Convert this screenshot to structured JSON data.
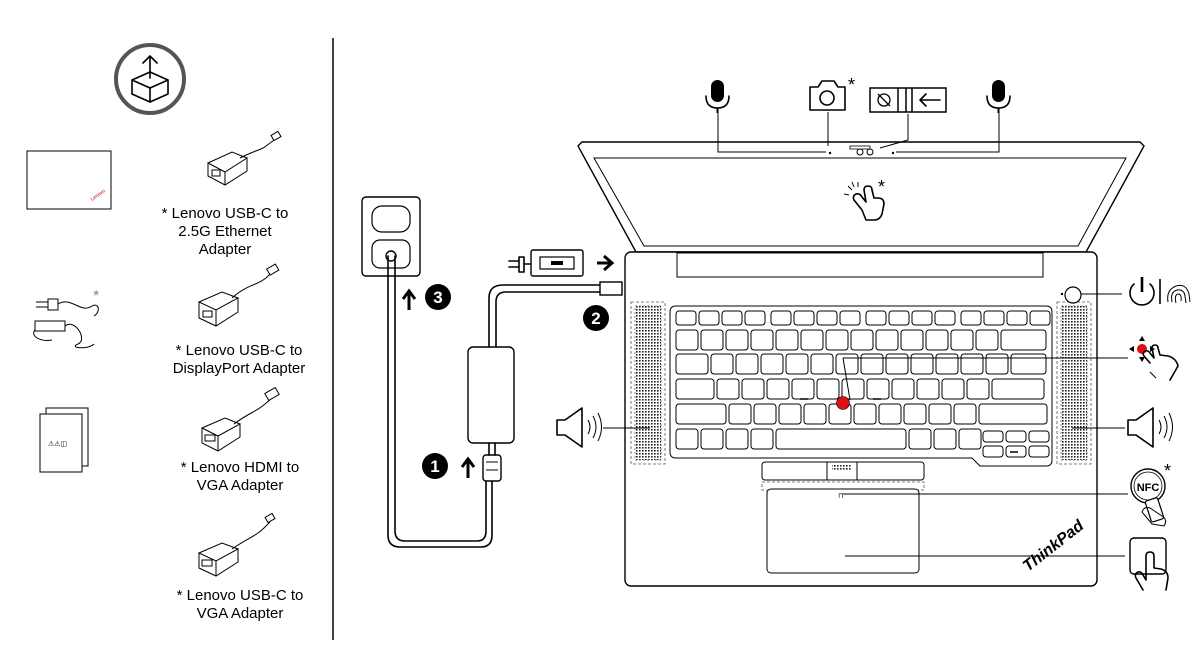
{
  "accessories": [
    {
      "lines": [
        "* Lenovo USB-C to",
        "2.5G Ethernet",
        "Adapter"
      ]
    },
    {
      "lines": [
        "* Lenovo USB-C to",
        "DisplayPort Adapter"
      ]
    },
    {
      "lines": [
        "* Lenovo HDMI to",
        "VGA Adapter"
      ]
    },
    {
      "lines": [
        "* Lenovo USB-C to",
        "VGA Adapter"
      ]
    }
  ],
  "steps": [
    "1",
    "2",
    "3"
  ],
  "optional_mark": "*",
  "laptop_brand": "ThinkPad",
  "nfc_label": "NFC",
  "icons": [
    "unbox-icon",
    "docs-icon",
    "power-cord-icon",
    "manual-icon",
    "ethernet-adapter-icon",
    "displayport-adapter-icon",
    "hdmi-vga-adapter-icon",
    "usbc-vga-adapter-icon",
    "wall-outlet-icon",
    "power-adapter-icon",
    "microphone-icon",
    "camera-icon",
    "privacy-shutter-icon",
    "touch-icon",
    "power-icon",
    "fingerprint-icon",
    "trackpoint-icon",
    "speaker-icon",
    "nfc-icon",
    "touchpad-icon"
  ]
}
